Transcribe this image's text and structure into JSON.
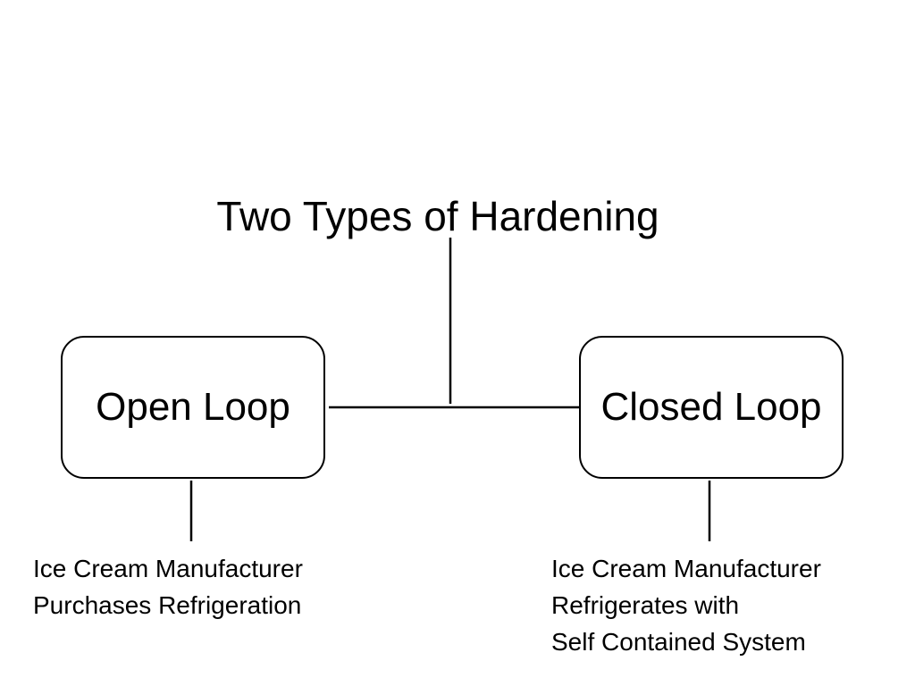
{
  "title": "Two Types of Hardening",
  "open_loop": {
    "label": "Open Loop",
    "description": [
      "Ice Cream Manufacturer",
      "Purchases Refrigeration"
    ]
  },
  "closed_loop": {
    "label": "Closed Loop",
    "description": [
      "Ice Cream Manufacturer",
      "Refrigerates with",
      "Self Contained System"
    ]
  },
  "colors": {
    "line": "#000000",
    "background": "#ffffff"
  }
}
